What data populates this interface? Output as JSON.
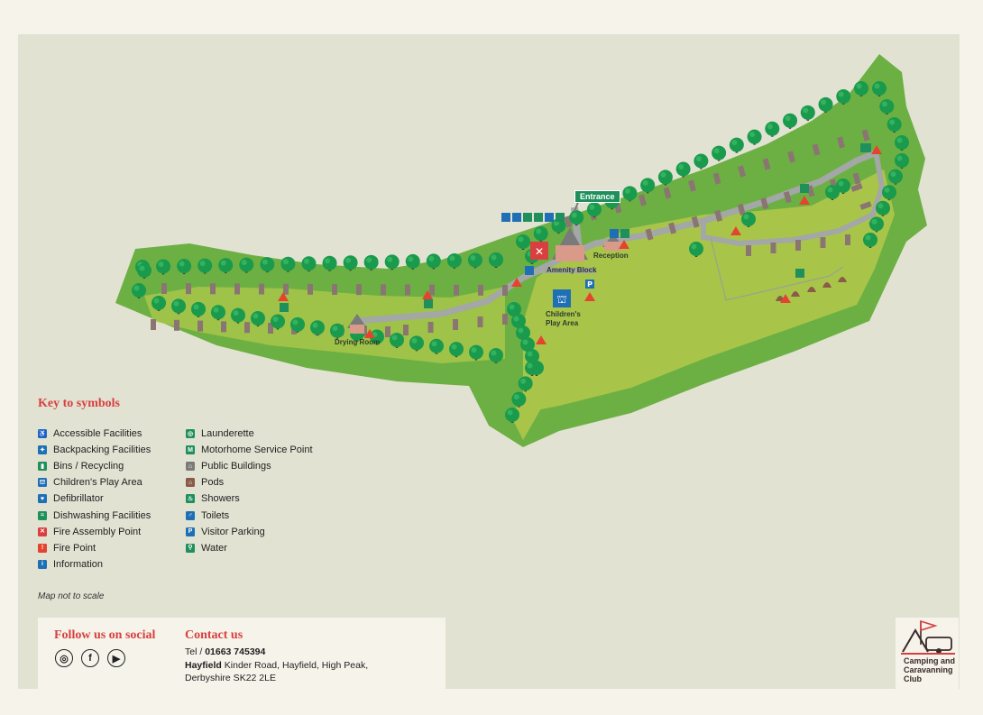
{
  "map": {
    "entrance_label": "Entrance",
    "labels": {
      "amenity_block": "Amenity Block",
      "reception": "Reception",
      "childrens_play_area_line1": "Children's",
      "childrens_play_area_line2": "Play Area",
      "drying_room": "Drying Room"
    }
  },
  "key": {
    "title": "Key to symbols",
    "left_items": [
      {
        "label": "Accessible Facilities",
        "icon": "accessible-icon",
        "color": "#1f6fb5",
        "glyph": "♿"
      },
      {
        "label": "Backpacking Facilities",
        "icon": "backpacker-icon",
        "color": "#1f6fb5",
        "glyph": "✦"
      },
      {
        "label": "Bins / Recycling",
        "icon": "bin-icon",
        "color": "#1f8f5c",
        "glyph": "▮"
      },
      {
        "label": "Children's Play Area",
        "icon": "play-area-icon",
        "color": "#1f6fb5",
        "glyph": "⛫"
      },
      {
        "label": "Defibrillator",
        "icon": "defibrillator-icon",
        "color": "#1f6fb5",
        "glyph": "♥"
      },
      {
        "label": "Dishwashing Facilities",
        "icon": "dishwashing-icon",
        "color": "#1f8f5c",
        "glyph": "≈"
      },
      {
        "label": "Fire Assembly Point",
        "icon": "fire-assembly-icon",
        "color": "#d8403f",
        "glyph": "✕"
      },
      {
        "label": "Fire Point",
        "icon": "fire-point-icon",
        "color": "#e5432d",
        "glyph": "!"
      },
      {
        "label": "Information",
        "icon": "information-icon",
        "color": "#1f6fb5",
        "glyph": "i"
      }
    ],
    "right_items": [
      {
        "label": "Launderette",
        "icon": "launderette-icon",
        "color": "#1f8f5c",
        "glyph": "◎"
      },
      {
        "label": "Motorhome Service Point",
        "icon": "motorhome-service-icon",
        "color": "#1f8f5c",
        "glyph": "M"
      },
      {
        "label": "Public Buildings",
        "icon": "public-building-icon",
        "color": "#7a7a7a",
        "glyph": "⌂"
      },
      {
        "label": "Pods",
        "icon": "pod-icon",
        "color": "#8a5a4a",
        "glyph": "⌂"
      },
      {
        "label": "Showers",
        "icon": "shower-icon",
        "color": "#1f8f5c",
        "glyph": "♨"
      },
      {
        "label": "Toilets",
        "icon": "toilet-icon",
        "color": "#1f6fb5",
        "glyph": "♂"
      },
      {
        "label": "Visitor Parking",
        "icon": "parking-icon",
        "color": "#1f6fb5",
        "glyph": "P"
      },
      {
        "label": "Water",
        "icon": "water-icon",
        "color": "#1f8f5c",
        "glyph": "⚲"
      }
    ],
    "scale_note": "Map not to scale"
  },
  "footer": {
    "social_heading": "Follow us on social",
    "social_icons": [
      "instagram-icon",
      "facebook-icon",
      "youtube-icon"
    ],
    "contact_heading": "Contact us",
    "tel_label": "Tel /",
    "tel_number": "01663 745394",
    "site_name": "Hayfield",
    "address_line1": "Kinder Road, Hayfield, High Peak,",
    "address_line2": "Derbyshire SK22 2LE"
  },
  "logo": {
    "line1": "Camping and",
    "line2": "Caravanning",
    "line3": "Club"
  },
  "colors": {
    "grass_dark": "#6cb043",
    "grass_light": "#a8c54a",
    "tree": "#1a9a4c",
    "path": "#a3a7a5",
    "pitch": "#8b7573",
    "accent_red": "#d8403f"
  }
}
